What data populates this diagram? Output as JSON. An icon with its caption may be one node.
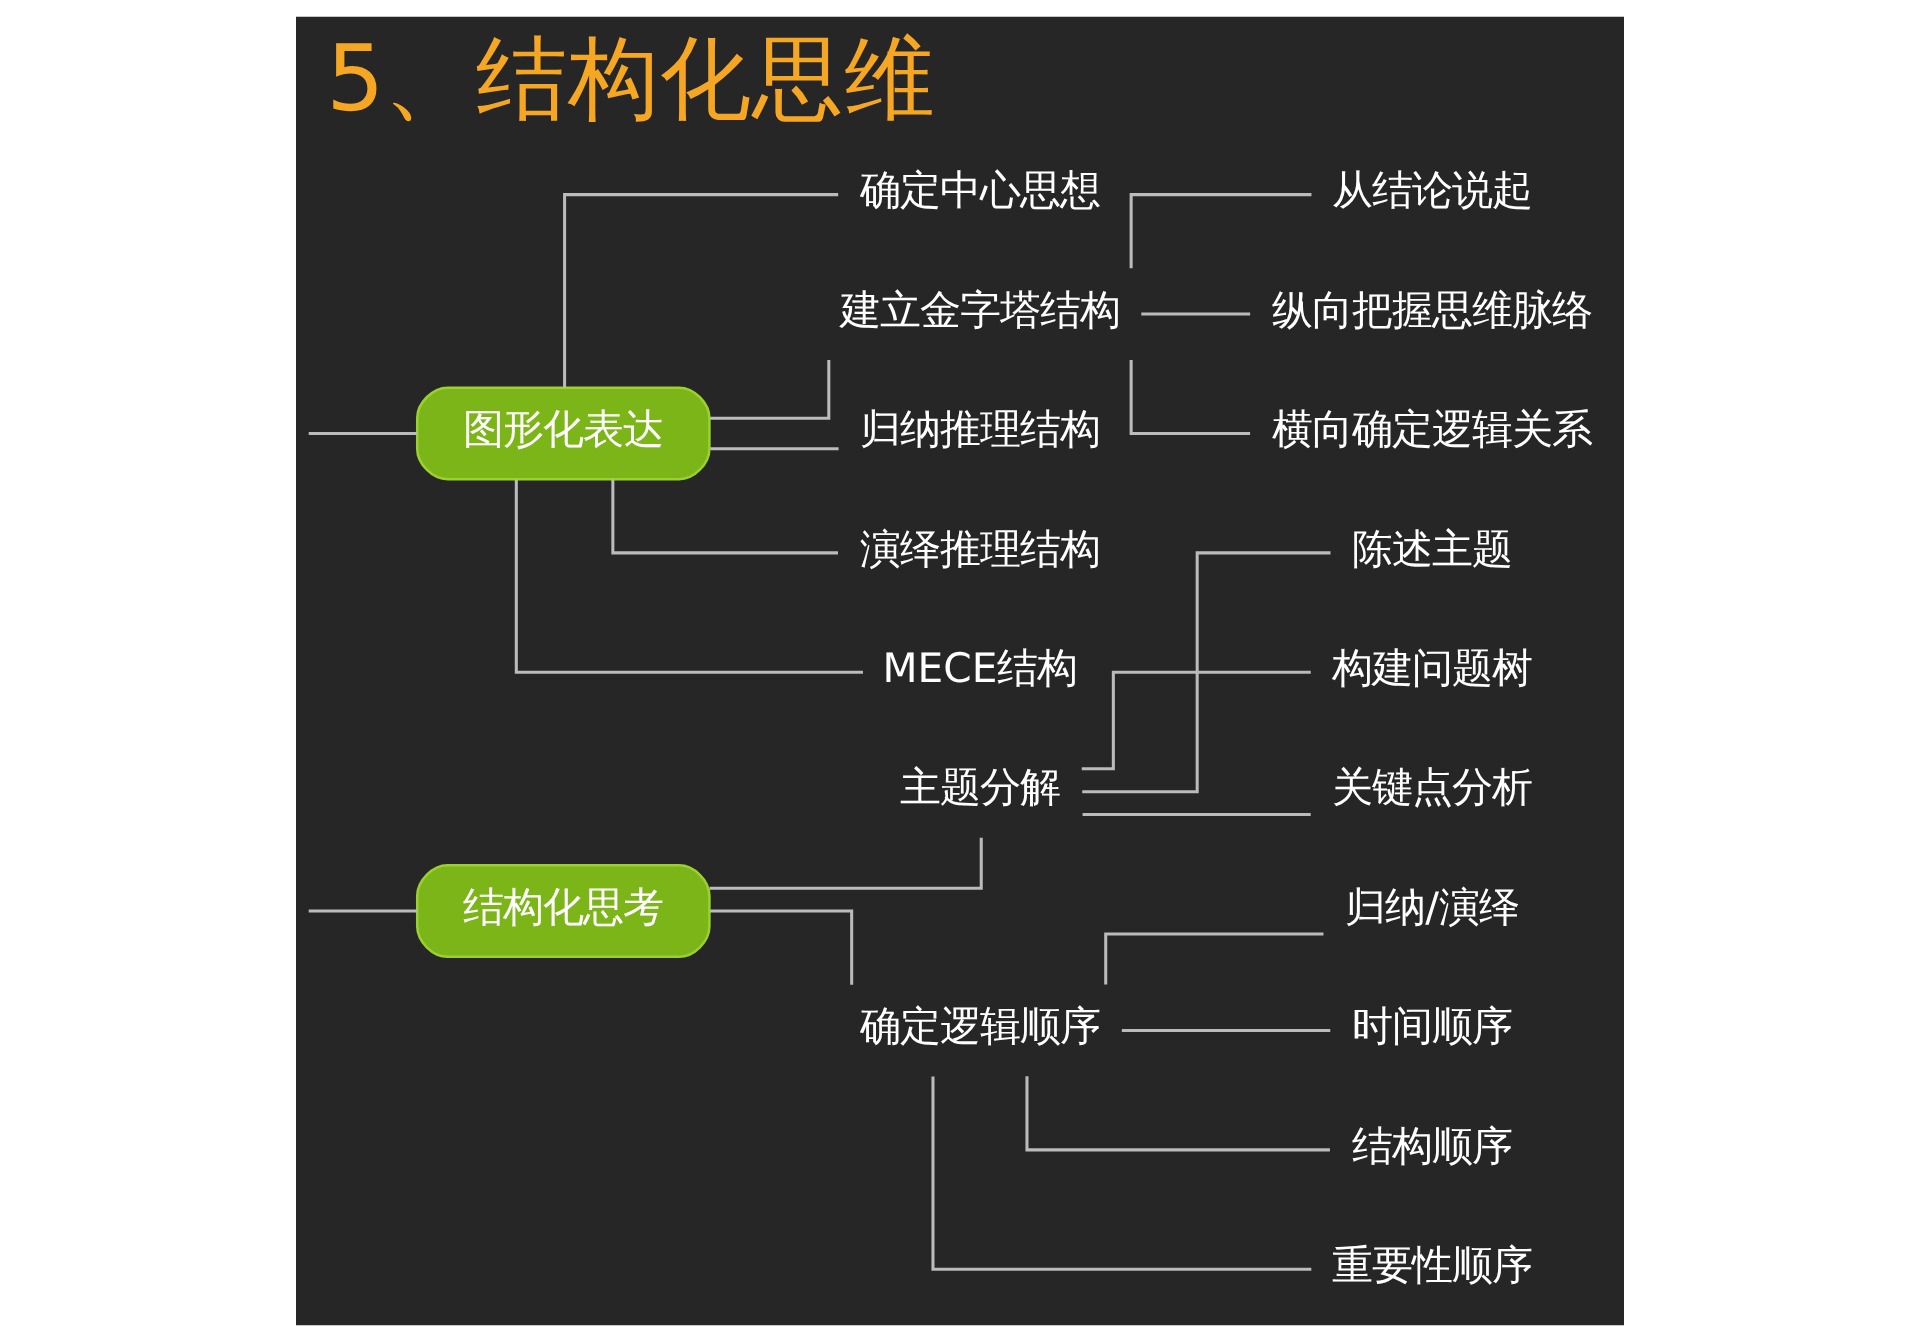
{
  "diagram": {
    "title": "5、结构化思维",
    "nodes": [
      {
        "text": [
          "结构化思考"
        ]
      },
      {
        "text": [
          "主题分解"
        ]
      },
      {
        "text": [
          "陈述主题"
        ]
      },
      {
        "text": [
          "构建问题树"
        ]
      },
      {
        "text": [
          "关键点分析"
        ]
      },
      {
        "text": [
          "确定逻辑顺序"
        ]
      },
      {
        "text": [
          "归纳/演绎"
        ]
      },
      {
        "text": [
          "时间顺序"
        ]
      },
      {
        "text": [
          "结构顺序"
        ]
      },
      {
        "text": [
          "重要性顺序"
        ]
      },
      {
        "text": [
          "图形化表达"
        ]
      },
      {
        "text": [
          "确定中心思想"
        ]
      },
      {
        "text": [
          "建立金字塔结构"
        ]
      },
      {
        "text": [
          "从结论说起"
        ]
      },
      {
        "text": [
          "纵向把握思维脉络"
        ]
      },
      {
        "text": [
          "横向确定逻辑关系"
        ]
      },
      {
        "text": [
          "归纳推理结构"
        ]
      },
      {
        "text": [
          "演绎推理结构"
        ]
      },
      {
        "text": [
          "MECE结构"
        ]
      }
    ],
    "edges": [
      {
        "from": null,
        "to": 0,
        "arrow": "none"
      },
      {
        "from": 0,
        "to": 1,
        "arrow": "none"
      },
      {
        "from": 0,
        "to": 5,
        "arrow": "none"
      },
      {
        "from": 1,
        "to": 2,
        "arrow": "none"
      },
      {
        "from": 1,
        "to": 3,
        "arrow": "none"
      },
      {
        "from": 1,
        "to": 4,
        "arrow": "none"
      },
      {
        "from": 5,
        "to": 6,
        "arrow": "none"
      },
      {
        "from": 5,
        "to": 7,
        "arrow": "none"
      },
      {
        "from": 5,
        "to": 8,
        "arrow": "none"
      },
      {
        "from": 5,
        "to": 9,
        "arrow": "none"
      },
      {
        "from": null,
        "to": 10,
        "arrow": "none"
      },
      {
        "from": 10,
        "to": 11,
        "arrow": "none"
      },
      {
        "from": 10,
        "to": 12,
        "arrow": "none"
      },
      {
        "from": 12,
        "to": 13,
        "arrow": "none"
      },
      {
        "from": 12,
        "to": 14,
        "arrow": "none"
      },
      {
        "from": 12,
        "to": 15,
        "arrow": "none"
      },
      {
        "from": 10,
        "to": 16,
        "arrow": "none"
      },
      {
        "from": 10,
        "to": 17,
        "arrow": "none"
      },
      {
        "from": 10,
        "to": 18,
        "arrow": "none"
      }
    ]
  }
}
